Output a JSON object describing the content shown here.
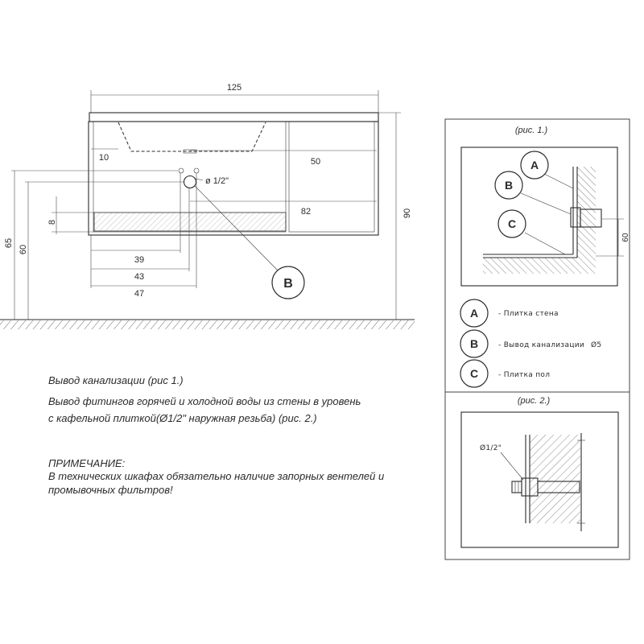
{
  "main_view": {
    "overall_width": "125",
    "sink_offset": "10",
    "dim_50": "50",
    "dim_82": "82",
    "fitting_diameter": "ø 1/2\"",
    "shelf_thickness": "8",
    "fitting_height_upper": "65",
    "fitting_height_lower": "60",
    "overall_height": "90",
    "dim_39": "39",
    "dim_43": "43",
    "dim_47": "47",
    "callout": "B"
  },
  "detail_panel": {
    "fig1": {
      "title": "(рис. 1.)",
      "callout_a": "A",
      "callout_b": "B",
      "callout_c": "C",
      "outlet_height": "60"
    },
    "legend": [
      {
        "key": "A",
        "text": "- Плитка стена"
      },
      {
        "key": "B",
        "text": "- Вывод канализации",
        "diameter": "Ø5"
      },
      {
        "key": "C",
        "text": "- Плитка пол"
      }
    ],
    "fig2": {
      "title": "(рис. 2.)",
      "fitting_label": "Ø1/2\""
    }
  },
  "notes": {
    "sewer_outlet": "Вывод канализации (рис 1.)",
    "fittings_line1": "Вывод фитингов горячей и холодной воды из стены в уровень",
    "fittings_line2": "с кафельной плиткой(Ø1/2\" наружная резьба) (рис. 2.)",
    "remark_title": "ПРИМЕЧАНИЕ:",
    "remark_line1": "В технических шкафах обязательно наличие запорных вентелей и",
    "remark_line2": "промывочных фильтров!"
  }
}
